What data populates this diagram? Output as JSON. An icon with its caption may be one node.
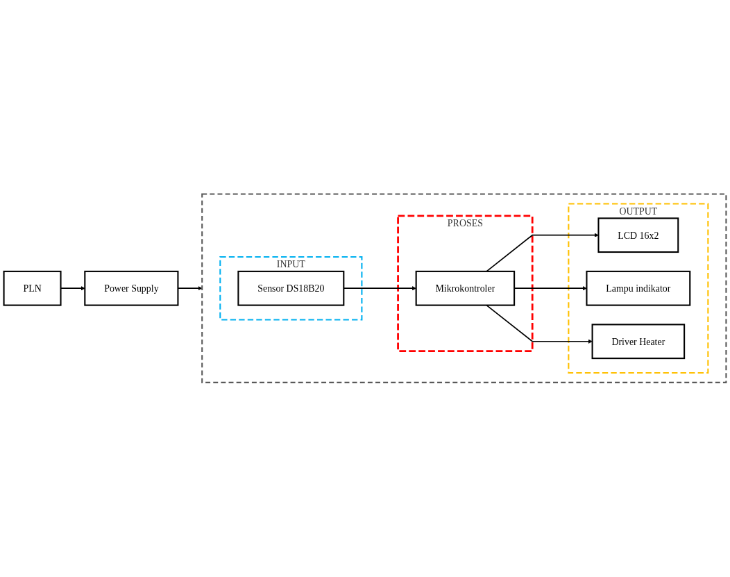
{
  "diagram": {
    "nodes": [
      {
        "text": [],
        "shape": "box"
      },
      {
        "text": [
          "INPUT"
        ],
        "in": 0
      },
      {
        "text": [
          "Sensor DS18B20"
        ],
        "in": 1
      },
      {
        "text": [
          "PROSES"
        ],
        "in": 0
      },
      {
        "text": [
          "Mikrokontroler"
        ],
        "in": 3
      },
      {
        "text": [
          "OUTPUT"
        ],
        "in": 0
      },
      {
        "text": [
          "LCD 16x2"
        ],
        "in": 5
      },
      {
        "text": [
          "Lampu indikator"
        ],
        "in": 5
      },
      {
        "text": [
          "Driver Heater"
        ],
        "in": 5
      },
      {
        "text": [
          "PLN"
        ]
      },
      {
        "text": [
          "Power Supply"
        ]
      }
    ],
    "edges": [
      {
        "from": 2,
        "to": 4,
        "arrow": "to"
      },
      {
        "from": 4,
        "to": 6,
        "arrow": "to"
      },
      {
        "from": 4,
        "to": 7,
        "arrow": "to"
      },
      {
        "from": 4,
        "to": 8,
        "arrow": "to"
      },
      {
        "from": 9,
        "to": 10,
        "arrow": "to"
      },
      {
        "from": 10,
        "to": 0,
        "arrow": "to"
      }
    ]
  }
}
